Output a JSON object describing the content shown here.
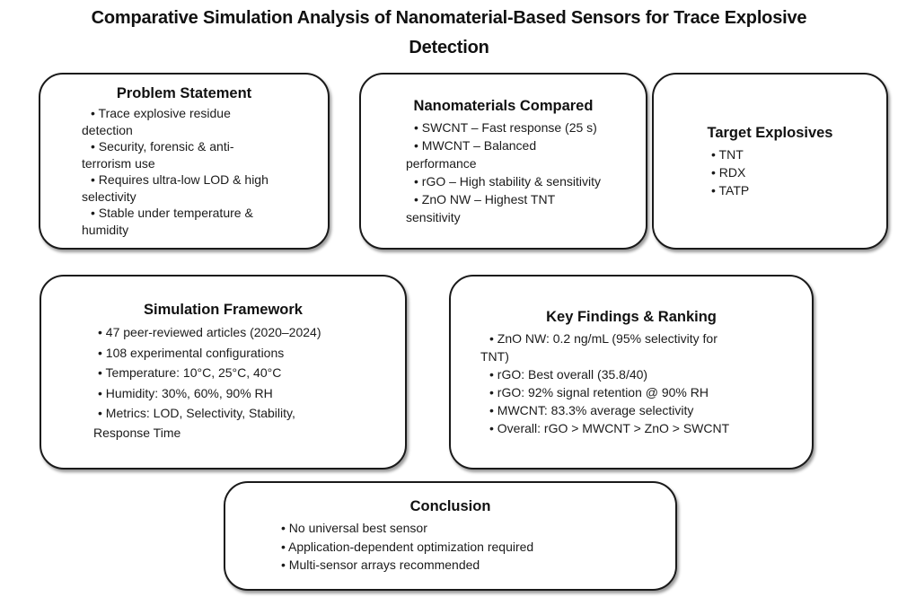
{
  "title": "Comparative Simulation Analysis of Nanomaterial-Based Sensors for Trace Explosive\nDetection",
  "colors": {
    "background": "#ffffff",
    "border": "#1a1a1a",
    "text": "#1b1b1b"
  },
  "boxes": {
    "problem": {
      "title": "Problem Statement",
      "items": [
        "• Trace explosive residue\ndetection",
        "• Security, forensic & anti-\nterrorism use",
        "• Requires ultra-low LOD & high\nselectivity",
        "• Stable under temperature &\nhumidity"
      ]
    },
    "nanomaterials": {
      "title": "Nanomaterials Compared",
      "items": [
        "• SWCNT – Fast response (25 s)",
        "• MWCNT – Balanced\nperformance",
        "• rGO – High stability & sensitivity",
        "• ZnO NW – Highest TNT\nsensitivity"
      ]
    },
    "targets": {
      "title": "Target Explosives",
      "items": [
        "• TNT",
        "• RDX",
        "• TATP"
      ]
    },
    "framework": {
      "title": "Simulation Framework",
      "items": [
        "• 47 peer-reviewed articles (2020–2024)",
        "• 108 experimental configurations",
        "• Temperature: 10°C, 25°C, 40°C",
        "• Humidity: 30%, 60%, 90% RH",
        "• Metrics: LOD, Selectivity, Stability,\nResponse Time"
      ]
    },
    "findings": {
      "title": "Key Findings & Ranking",
      "items": [
        "• ZnO NW: 0.2 ng/mL (95% selectivity for\nTNT)",
        "• rGO: Best overall (35.8/40)",
        "• rGO: 92% signal retention @ 90% RH",
        "• MWCNT: 83.3% average selectivity",
        "• Overall: rGO > MWCNT > ZnO > SWCNT"
      ]
    },
    "conclusion": {
      "title": "Conclusion",
      "items": [
        "• No universal best sensor",
        "• Application-dependent optimization required",
        "• Multi-sensor arrays recommended"
      ]
    }
  }
}
